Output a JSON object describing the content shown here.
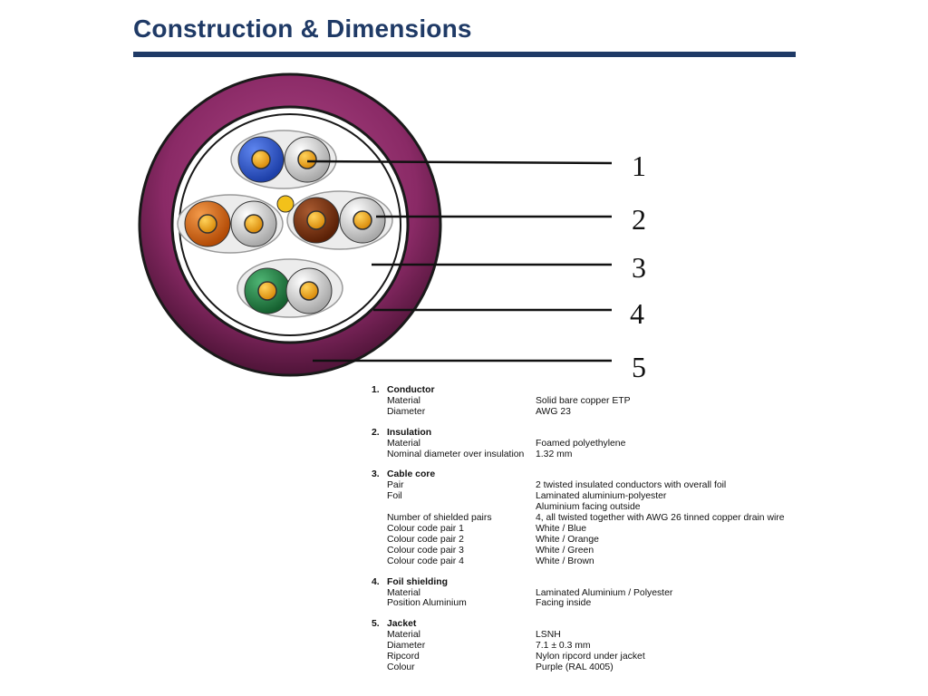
{
  "page": {
    "title": "Construction & Dimensions",
    "colors": {
      "title": "#1f3a66",
      "jacket": "#8a2a66",
      "blue": "#2a55cf",
      "orange": "#dd6a12",
      "brown": "#7a3310",
      "green": "#218a4a",
      "copper": "#f1a51c",
      "drain": "#f3c11a"
    }
  },
  "callouts": [
    "1",
    "2",
    "3",
    "4",
    "5"
  ],
  "specs": [
    {
      "num": "1.",
      "heading": "Conductor",
      "rows": [
        {
          "label": "Material",
          "value": "Solid bare copper ETP"
        },
        {
          "label": "Diameter",
          "value": "AWG 23"
        }
      ]
    },
    {
      "num": "2.",
      "heading": "Insulation",
      "rows": [
        {
          "label": "Material",
          "value": "Foamed polyethylene"
        },
        {
          "label": "Nominal diameter over insulation",
          "value": "1.32 mm"
        }
      ]
    },
    {
      "num": "3.",
      "heading": "Cable core",
      "rows": [
        {
          "label": "Pair",
          "value": "2 twisted insulated conductors with overall foil"
        },
        {
          "label": "Foil",
          "value": "Laminated aluminium-polyester",
          "extra": "Aluminium facing outside"
        },
        {
          "label": "Number of shielded pairs",
          "value": "4, all twisted together with AWG 26 tinned copper drain wire"
        },
        {
          "label": "Colour code pair 1",
          "value": "White / Blue"
        },
        {
          "label": "Colour code pair 2",
          "value": "White / Orange"
        },
        {
          "label": "Colour code pair 3",
          "value": "White / Green"
        },
        {
          "label": "Colour code pair 4",
          "value": "White / Brown"
        }
      ]
    },
    {
      "num": "4.",
      "heading": "Foil shielding",
      "rows": [
        {
          "label": "Material",
          "value": "Laminated Aluminium / Polyester"
        },
        {
          "label": "Position Aluminium",
          "value": "Facing inside"
        }
      ]
    },
    {
      "num": "5.",
      "heading": "Jacket",
      "rows": [
        {
          "label": "Material",
          "value": "LSNH"
        },
        {
          "label": "Diameter",
          "value": "7.1 ± 0.3 mm"
        },
        {
          "label": "Ripcord",
          "value": "Nylon ripcord under jacket"
        },
        {
          "label": "Colour",
          "value": "Purple (RAL 4005)"
        }
      ]
    }
  ]
}
